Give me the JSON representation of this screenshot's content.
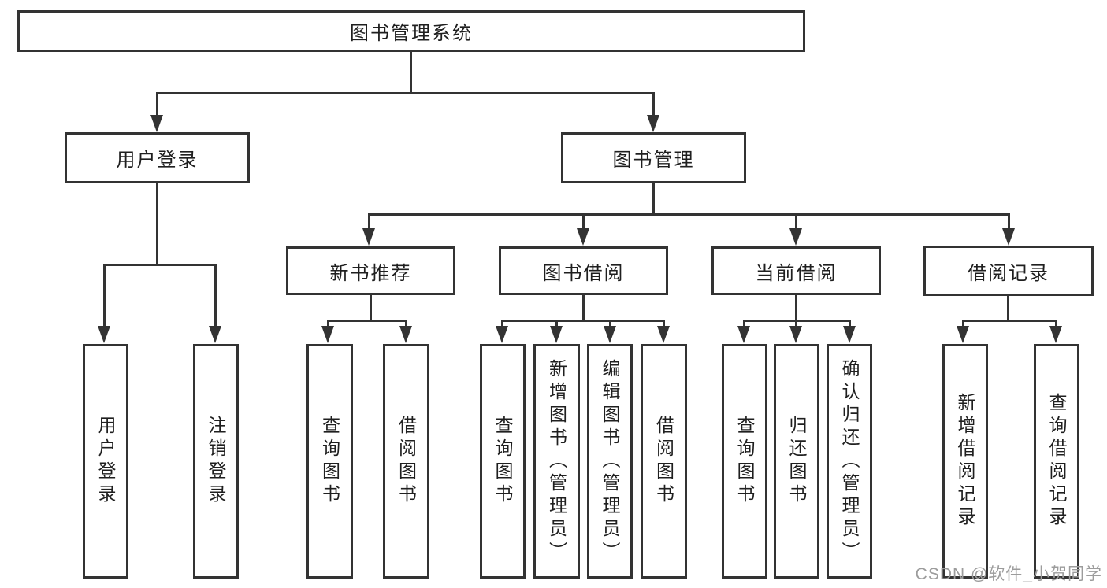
{
  "nodes": {
    "root": "图书管理系统",
    "level2": [
      "用户登录",
      "图书管理"
    ],
    "level3": [
      "新书推荐",
      "图书借阅",
      "当前借阅",
      "借阅记录"
    ],
    "leaves": {
      "user_login": [
        "用户登录",
        "注销登录"
      ],
      "new_book_recommend": [
        "查询图书",
        "借阅图书"
      ],
      "book_borrow": [
        "查询图书",
        "新增图书（管理员）",
        "编辑图书（管理员）",
        "借阅图书"
      ],
      "current_borrow": [
        "查询图书",
        "归还图书",
        "确认归还（管理员）"
      ],
      "borrow_records": [
        "新增借阅记录",
        "查询借阅记录"
      ]
    }
  },
  "watermark": "CSDN @软件_小贺同学",
  "colors": {
    "line": "#333333",
    "box_fill": "#ffffff",
    "text": "#1f1f1f",
    "watermark": "#9c9c9c",
    "background": "#ffffff"
  }
}
